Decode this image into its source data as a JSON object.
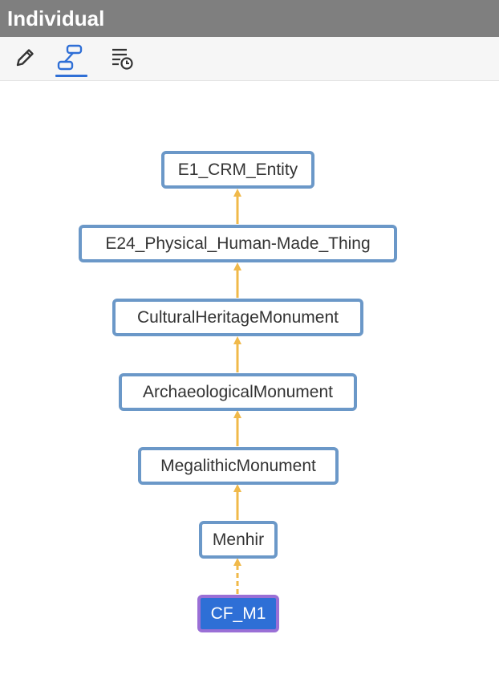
{
  "panel": {
    "title": "Individual"
  },
  "toolbar": {
    "tools": [
      {
        "name": "edit-icon",
        "active": false
      },
      {
        "name": "hierarchy-graph-icon",
        "active": true
      },
      {
        "name": "history-list-icon",
        "active": false
      }
    ]
  },
  "graph": {
    "nodes": [
      {
        "id": "n0",
        "label": "E1_CRM_Entity",
        "kind": "class"
      },
      {
        "id": "n1",
        "label": "E24_Physical_Human-Made_Thing",
        "kind": "class"
      },
      {
        "id": "n2",
        "label": "CulturalHeritageMonument",
        "kind": "class"
      },
      {
        "id": "n3",
        "label": "ArchaeologicalMonument",
        "kind": "class"
      },
      {
        "id": "n4",
        "label": "MegalithicMonument",
        "kind": "class"
      },
      {
        "id": "n5",
        "label": "Menhir",
        "kind": "class"
      },
      {
        "id": "n6",
        "label": "CF_M1",
        "kind": "individual"
      }
    ],
    "edges": [
      {
        "from": "n1",
        "to": "n0",
        "style": "solid"
      },
      {
        "from": "n2",
        "to": "n1",
        "style": "solid"
      },
      {
        "from": "n3",
        "to": "n2",
        "style": "solid"
      },
      {
        "from": "n4",
        "to": "n3",
        "style": "solid"
      },
      {
        "from": "n5",
        "to": "n4",
        "style": "solid"
      },
      {
        "from": "n6",
        "to": "n5",
        "style": "dashed"
      }
    ]
  },
  "colors": {
    "titlebar": "#7f7f7f",
    "class_border": "#6b98c8",
    "individual_fill": "#2e6fd6",
    "individual_border": "#9a6fd6",
    "edge": "#f0b94a",
    "active_tool": "#2f6fd6"
  }
}
